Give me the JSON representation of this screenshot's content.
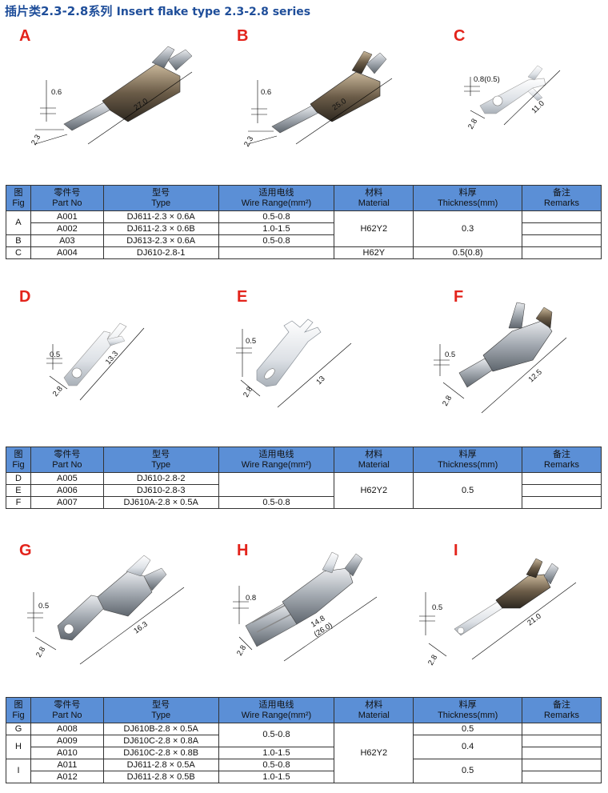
{
  "title": {
    "zh": "插片类2.3-2.8系列",
    "en": "Insert flake type 2.3-2.8 series"
  },
  "figures": {
    "A": {
      "letter": "A",
      "dims": [
        "0.6",
        "27.0",
        "2.3"
      ]
    },
    "B": {
      "letter": "B",
      "dims": [
        "0.6",
        "25.0",
        "2.3"
      ]
    },
    "C": {
      "letter": "C",
      "dims": [
        "0.8(0.5)",
        "11.0",
        "2.8"
      ]
    },
    "D": {
      "letter": "D",
      "dims": [
        "0.5",
        "13.3",
        "2.8"
      ]
    },
    "E": {
      "letter": "E",
      "dims": [
        "0.5",
        "13",
        "2.8"
      ]
    },
    "F": {
      "letter": "F",
      "dims": [
        "0.5",
        "12.5",
        "2.8"
      ]
    },
    "G": {
      "letter": "G",
      "dims": [
        "0.5",
        "16.3",
        "2.8"
      ]
    },
    "H": {
      "letter": "H",
      "dims": [
        "0.8",
        "14.8",
        "(26.0)",
        "2.8"
      ]
    },
    "I": {
      "letter": "I",
      "dims": [
        "0.5",
        "21.0",
        "2.8"
      ]
    }
  },
  "headers": {
    "fig": {
      "zh": "图",
      "en": "Fig"
    },
    "part": {
      "zh": "零件号",
      "en": "Part No"
    },
    "type": {
      "zh": "型号",
      "en": "Type"
    },
    "wire": {
      "zh": "适用电线",
      "en": "Wire Range(mm²)"
    },
    "material": {
      "zh": "材料",
      "en": "Material"
    },
    "thickness": {
      "zh": "料厚",
      "en": "Thickness(mm)"
    },
    "remarks": {
      "zh": "备注",
      "en": "Remarks"
    }
  },
  "table1": {
    "figs": [
      "A",
      "B",
      "C"
    ],
    "parts": [
      "A001",
      "A002",
      "A03",
      "A004"
    ],
    "types": [
      "DJ611-2.3 × 0.6A",
      "DJ611-2.3 × 0.6B",
      "DJ613-2.3 × 0.6A",
      "DJ610-2.8-1"
    ],
    "wires": [
      "0.5-0.8",
      "1.0-1.5",
      "0.5-0.8"
    ],
    "materials": [
      "H62Y2",
      "H62Y"
    ],
    "thickness": [
      "0.3",
      "0.5(0.8)"
    ]
  },
  "table2": {
    "figs": [
      "D",
      "E",
      "F"
    ],
    "parts": [
      "A005",
      "A006",
      "A007"
    ],
    "types": [
      "DJ610-2.8-2",
      "DJ610-2.8-3",
      "DJ610A-2.8 × 0.5A"
    ],
    "wires": [
      "0.5-0.8"
    ],
    "materials": [
      "H62Y2"
    ],
    "thickness": [
      "0.5"
    ]
  },
  "table3": {
    "figs": [
      "G",
      "H",
      "I"
    ],
    "parts": [
      "A008",
      "A009",
      "A010",
      "A011",
      "A012"
    ],
    "types": [
      "DJ610B-2.8 × 0.5A",
      "DJ610C-2.8 × 0.8A",
      "DJ610C-2.8 × 0.8B",
      "DJ611-2.8 × 0.5A",
      "DJ611-2.8 × 0.5B"
    ],
    "wires": [
      "0.5-0.8",
      "1.0-1.5",
      "0.5-0.8",
      "1.0-1.5"
    ],
    "materials": [
      "H62Y2"
    ],
    "thickness": [
      "0.5",
      "0.4",
      "0.5"
    ]
  }
}
